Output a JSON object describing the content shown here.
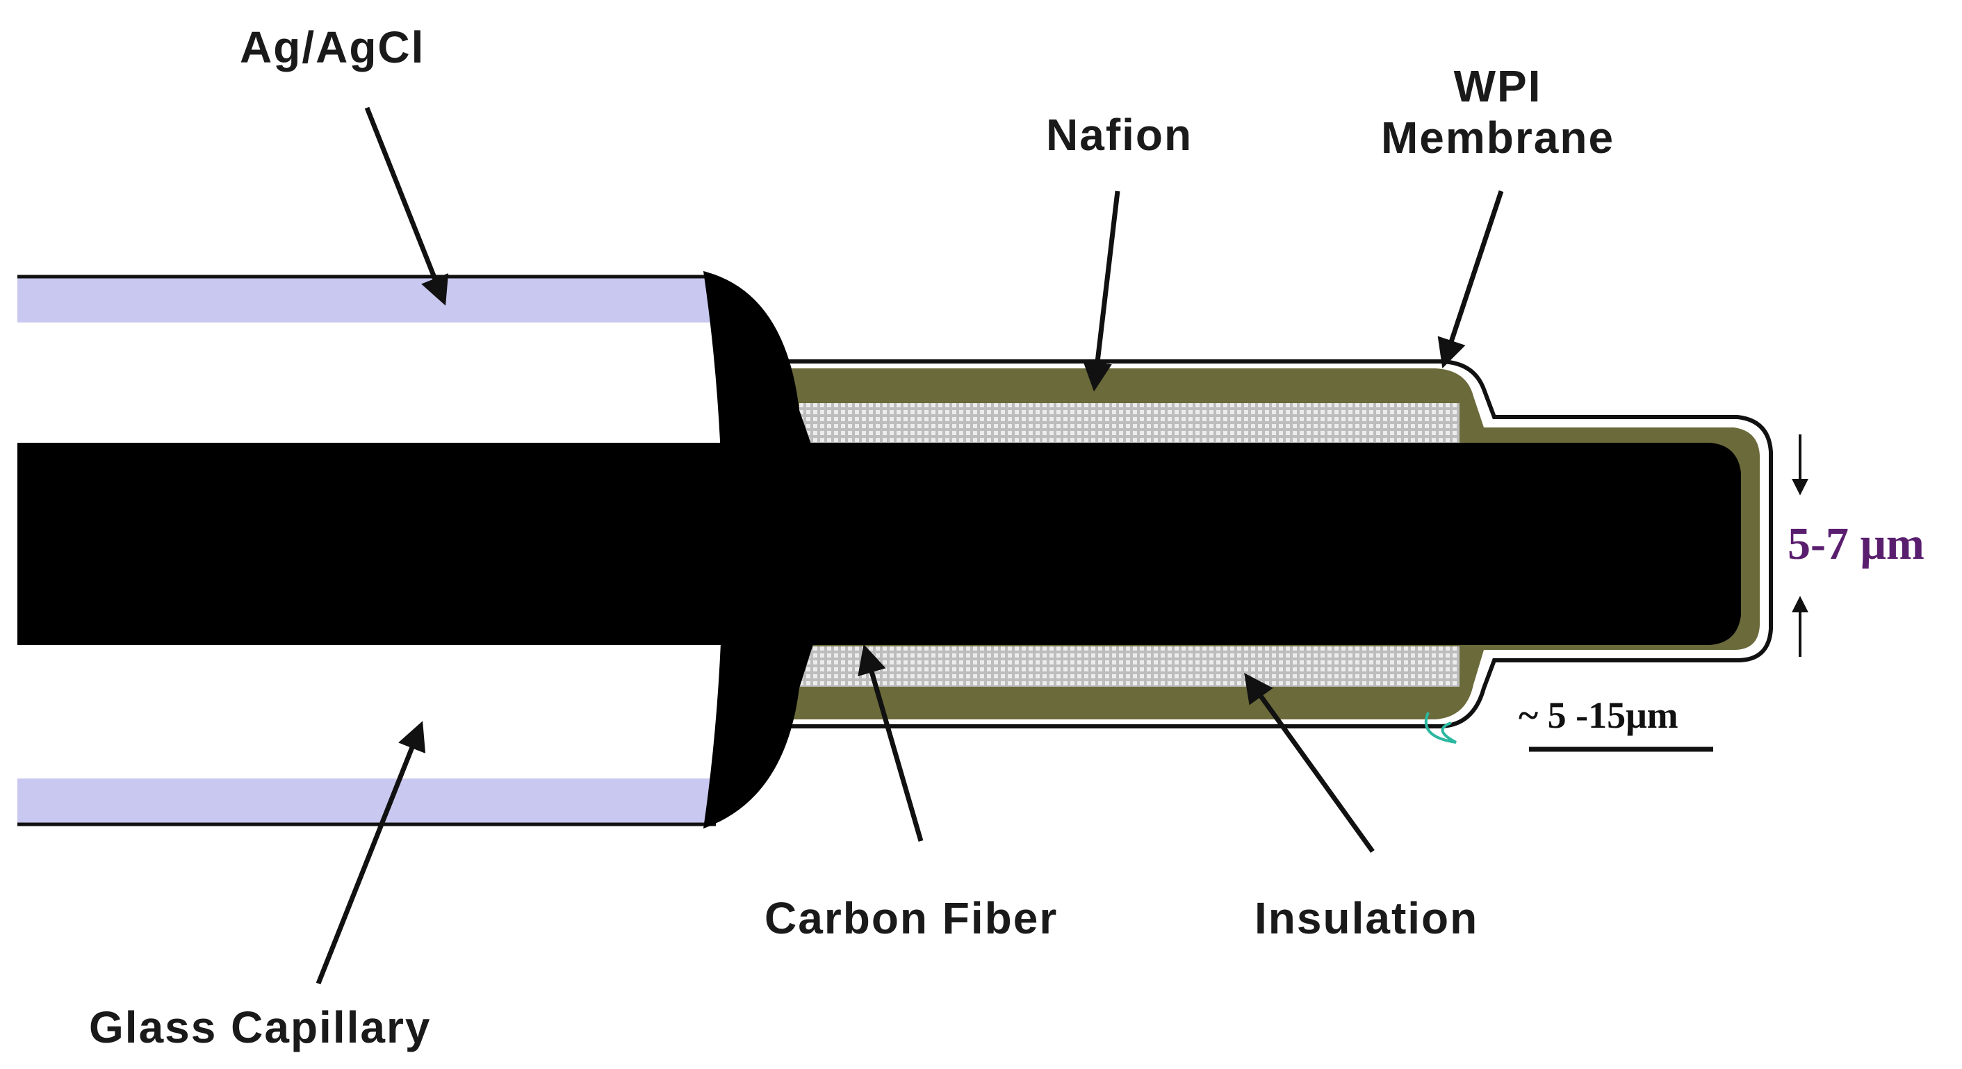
{
  "labels": {
    "ag_agcl": "Ag/AgCl",
    "nafion": "Nafion",
    "wpi_line1": "WPI",
    "wpi_line2": "Membrane",
    "carbon_fiber": "Carbon Fiber",
    "insulation": "Insulation",
    "glass_capillary": "Glass Capillary"
  },
  "dimensions": {
    "diameter": "5-7 μm",
    "tip_length": "~ 5 -15μm"
  },
  "colors": {
    "fiber": "#000000",
    "capillary_wall": "#c8c8f0",
    "nafion": "#6b6a3a",
    "insulation_hatch": "#d8d8d8",
    "membrane_outline": "#111111",
    "diameter_text": "#5a1e6e",
    "tip_text": "#111111",
    "stray_mark": "#2bb8a0"
  }
}
